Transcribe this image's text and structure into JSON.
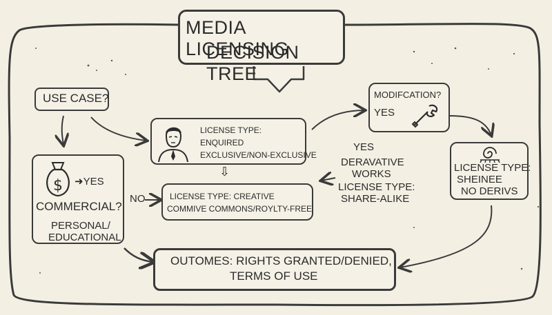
{
  "title": {
    "line1": "MEDIA LICENSING",
    "line2": "DECISION TREE"
  },
  "use_case": "USE CASE?",
  "commercial": {
    "yes": "➜YES",
    "question": "COMMERCIAL?",
    "personal_line1": "PERSONAL/",
    "personal_line2": "EDUCATIONAL"
  },
  "license_exclusive": {
    "line1": "LICENSE TYPE:",
    "line2": "ENQUIRED",
    "line3": "EXCLUSIVE/NON-EXCLUSIVE"
  },
  "down_arrow": "⇩",
  "no_label": "NO",
  "license_creative": {
    "line1": "LICENSE TYPE: CREATIVE",
    "line2": "COMMIVE COMMONS/ROYLTY-FREE"
  },
  "modification": {
    "question": "MODIFCATION?",
    "yes": "YES"
  },
  "derivative": {
    "yes": "YES",
    "line1": "DERAVATIVE",
    "line2": "WORKS",
    "line3": "LICENSE TYPE:",
    "line4": "SHARE-ALIKE"
  },
  "license_no_derivs": {
    "line1": "LICENSE TYPE:",
    "line2": "SHEINEE",
    "line3": "NO DERIVS"
  },
  "outcomes": {
    "line1": "OUTOMES: RIGHTS GRANTED/DENIED,",
    "line2": "TERMS OF USE"
  },
  "icons": [
    "money-bag-icon",
    "businessman-portrait-icon",
    "wrench-icon",
    "spiral-shell-icon"
  ]
}
